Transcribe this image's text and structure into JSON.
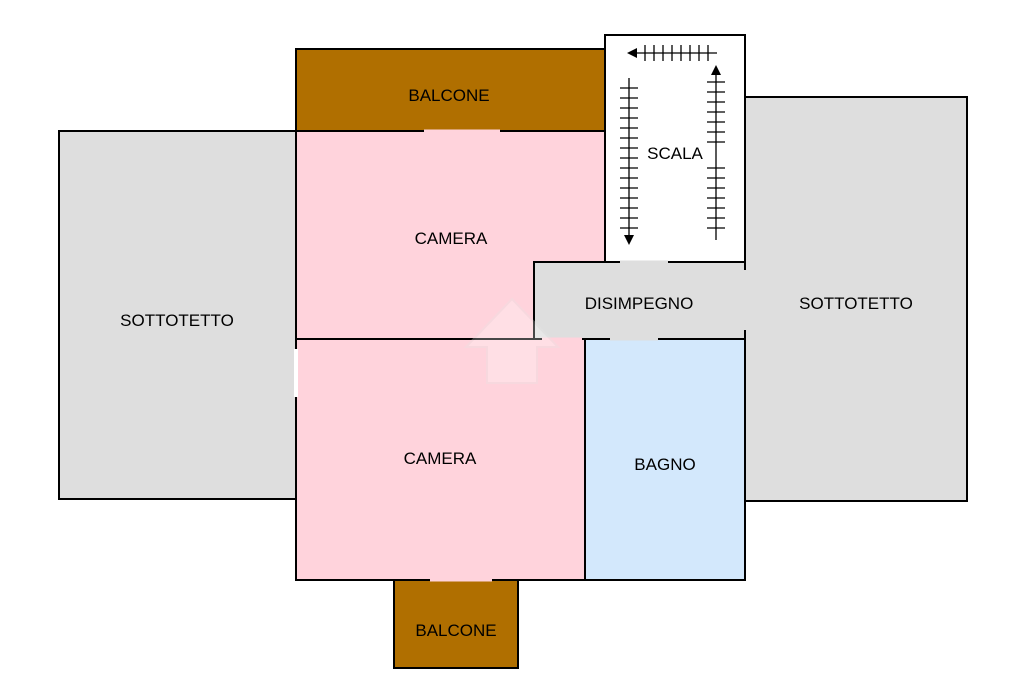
{
  "rooms": {
    "balcone_top": {
      "label": "BALCONE"
    },
    "balcone_bottom": {
      "label": "BALCONE"
    },
    "camera_top": {
      "label": "CAMERA"
    },
    "camera_bottom": {
      "label": "CAMERA"
    },
    "sottotetto_left": {
      "label": "SOTTOTETTO"
    },
    "sottotetto_right": {
      "label": "SOTTOTETTO"
    },
    "scala": {
      "label": "SCALA"
    },
    "disimpegno": {
      "label": "DISIMPEGNO"
    },
    "bagno": {
      "label": "BAGNO"
    }
  },
  "colors": {
    "balcone": "#b06f00",
    "camera": "#ffd3dc",
    "sottotetto": "#dedede",
    "disimpegno": "#dedede",
    "bagno": "#d3e8fc",
    "scala": "#ffffff",
    "wall": "#000000"
  }
}
